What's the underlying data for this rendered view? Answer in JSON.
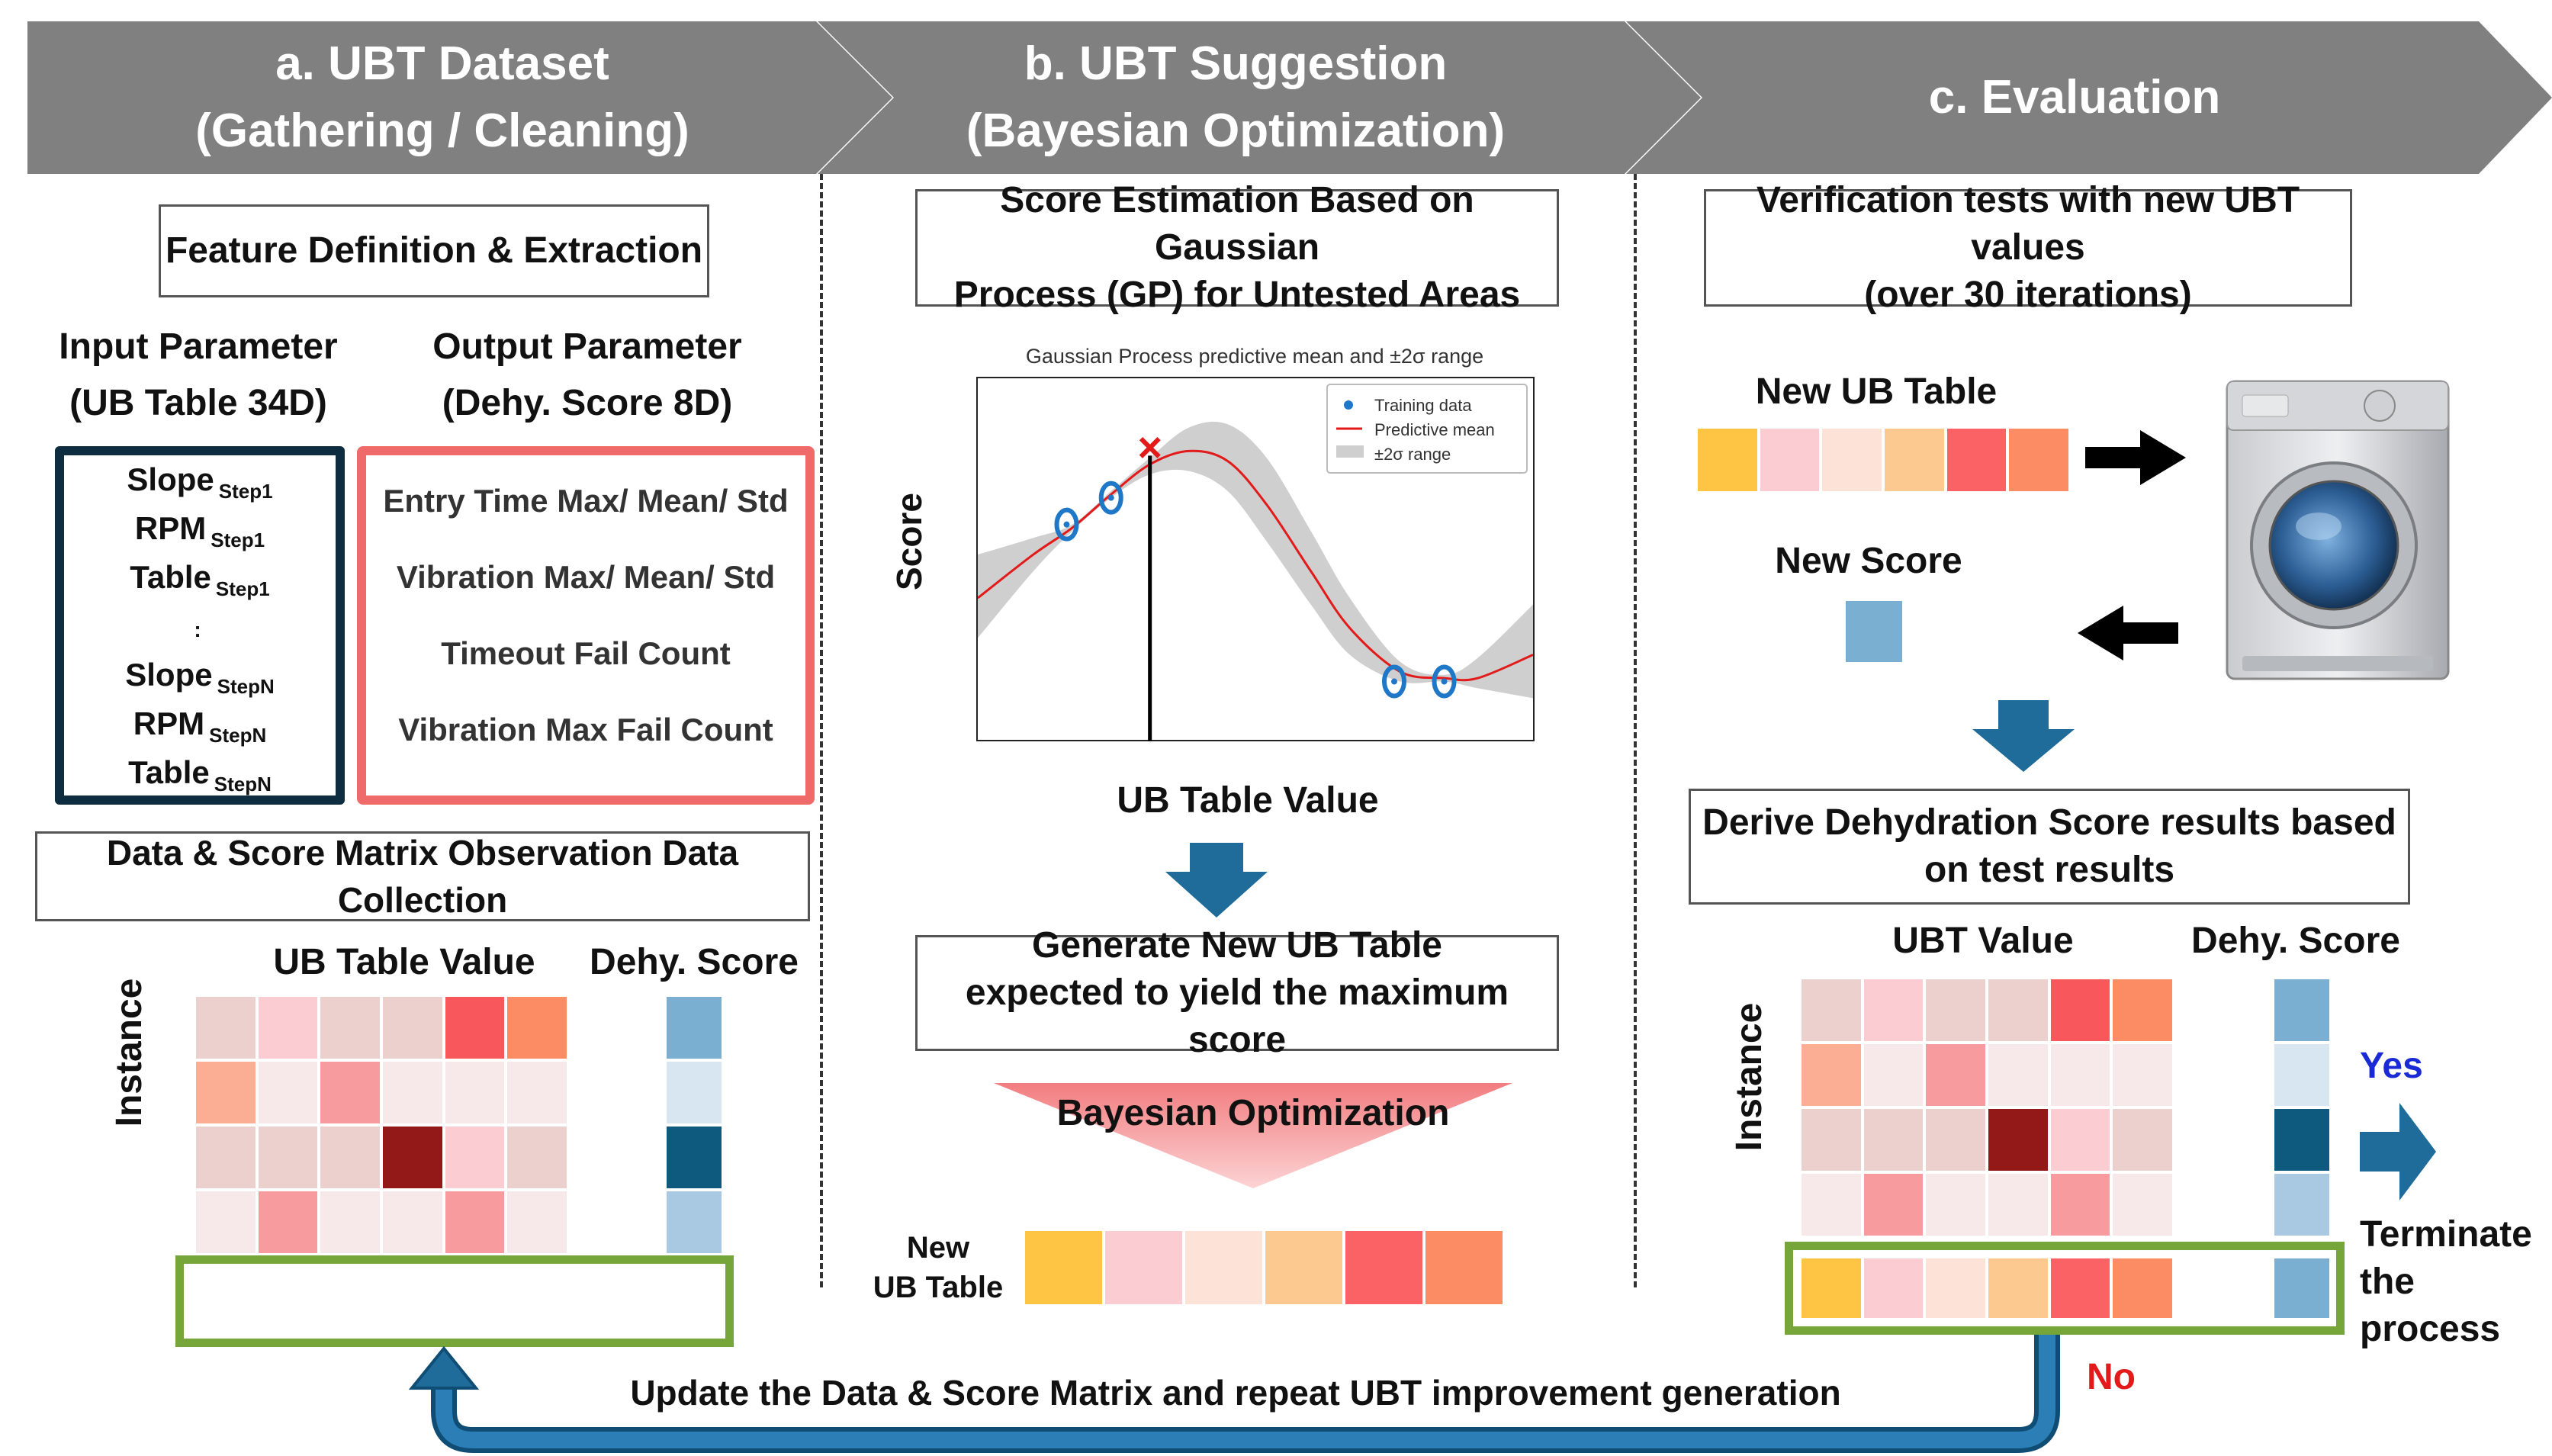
{
  "header": {
    "a_line1": "a. UBT Dataset",
    "a_line2": "(Gathering / Cleaning)",
    "b_line1": "b. UBT Suggestion",
    "b_line2": "(Bayesian Optimization)",
    "c_line1": "c. Evaluation"
  },
  "colors": {
    "header_bg": "#808080",
    "input_border": "#0f2d40",
    "output_border": "#f06a6a",
    "green_border": "#76a53a",
    "blue_arrow": "#1f6b99",
    "red_x": "#e21a1a",
    "no_text": "#e21a1a",
    "yes_text": "#1a2bd6"
  },
  "section_a": {
    "feature_box": "Feature Definition & Extraction",
    "input_title_1": "Input Parameter",
    "input_title_2": "(UB Table 34D)",
    "output_title_1": "Output Parameter",
    "output_title_2": "(Dehy. Score 8D)",
    "input_rows": [
      {
        "main": "Slope",
        "sub": "Step1"
      },
      {
        "main": "RPM",
        "sub": "Step1"
      },
      {
        "main": "Table",
        "sub": "Step1"
      },
      {
        "main": ":",
        "sub": ""
      },
      {
        "main": "Slope",
        "sub": "StepN"
      },
      {
        "main": "RPM",
        "sub": "StepN"
      },
      {
        "main": "Table",
        "sub": "StepN"
      }
    ],
    "output_rows": [
      "Entry Time Max/ Mean/ Std",
      "Vibration Max/ Mean/ Std",
      "Timeout Fail Count",
      "Vibration Max Fail Count"
    ],
    "matrix_box": "Data & Score Matrix Observation Data Collection",
    "ub_table_value": "UB Table Value",
    "dehy_score": "Dehy. Score",
    "instance": "Instance"
  },
  "section_b": {
    "gp_box_1": "Score Estimation Based on Gaussian",
    "gp_box_2": "Process (GP) for Untested Areas",
    "chart_title": "Gaussian Process predictive mean and ±2σ range",
    "legend": [
      "Training data",
      "Predictive mean",
      "±2σ range"
    ],
    "ylabel": "Score",
    "xlabel": "UB Table Value",
    "gen_box_1": "Generate New UB Table",
    "gen_box_2": "expected to yield the maximum score",
    "bo_label": "Bayesian Optimization",
    "new_label_1": "New",
    "new_label_2": "UB Table"
  },
  "section_c": {
    "verify_1": "Verification tests with new UBT values",
    "verify_2": "(over 30 iterations)",
    "new_ub_table": "New UB Table",
    "new_score": "New Score",
    "derive_1": "Derive Dehydration Score results based",
    "derive_2": "on test results",
    "ubt_value": "UBT Value",
    "dehy_score": "Dehy. Score",
    "instance": "Instance",
    "yes": "Yes",
    "no": "No",
    "terminate_1": "Terminate",
    "terminate_2": "the process"
  },
  "footer": {
    "update": "Update the Data & Score Matrix and repeat UBT improvement generation"
  },
  "chart_data": {
    "type": "line",
    "title": "Gaussian Process predictive mean and ±2σ range",
    "xlabel": "UB Table Value",
    "ylabel": "Score",
    "legend": [
      "Training data",
      "Predictive mean",
      "±2σ range"
    ],
    "legend_position": "top-right",
    "series": [
      {
        "name": "Predictive mean",
        "x": [
          0.0,
          0.1,
          0.17,
          0.24,
          0.31,
          0.38,
          0.45,
          0.52,
          0.6,
          0.67,
          0.76,
          0.84,
          0.9,
          1.0
        ],
        "y": [
          0.42,
          0.55,
          0.63,
          0.73,
          0.82,
          0.86,
          0.83,
          0.7,
          0.5,
          0.33,
          0.2,
          0.18,
          0.18,
          0.25
        ]
      },
      {
        "name": "Training data",
        "x": [
          0.16,
          0.24,
          0.75,
          0.84
        ],
        "y": [
          0.64,
          0.72,
          0.17,
          0.17
        ]
      }
    ],
    "band": {
      "x": [
        0.0,
        0.1,
        0.17,
        0.24,
        0.31,
        0.38,
        0.45,
        0.52,
        0.6,
        0.67,
        0.76,
        0.84,
        0.9,
        1.0
      ],
      "lower": [
        0.3,
        0.5,
        0.62,
        0.72,
        0.79,
        0.8,
        0.74,
        0.59,
        0.4,
        0.25,
        0.17,
        0.17,
        0.15,
        0.12
      ],
      "upper": [
        0.55,
        0.6,
        0.64,
        0.74,
        0.84,
        0.93,
        0.94,
        0.84,
        0.62,
        0.42,
        0.23,
        0.19,
        0.24,
        0.4
      ]
    },
    "maximum_marker_x": 0.31,
    "grid": false
  },
  "heatmaps": {
    "a_matrix": [
      [
        "#ecd0ce",
        "#fbcdd2",
        "#ecd0ce",
        "#ecd0ce",
        "#f8585b",
        "#fb8c64"
      ],
      [
        "#fcae94",
        "#f7e8e9",
        "#f79b9f",
        "#f7e8e9",
        "#f7e8e9",
        "#f7e8e9"
      ],
      [
        "#ecd0ce",
        "#ecd0ce",
        "#ecd0ce",
        "#921917",
        "#fbcdd2",
        "#ecd0ce"
      ],
      [
        "#f7e8e9",
        "#f79b9f",
        "#f7e8e9",
        "#f7e8e9",
        "#f79b9f",
        "#f7e8e9"
      ]
    ],
    "a_scores": [
      "#7bafd2",
      "#d7e6f1",
      "#0d5a7e",
      "#a9c9e2"
    ],
    "new_ub_row": [
      "#fec444",
      "#fbcdd2",
      "#fde2d7",
      "#fcc991",
      "#fa6266",
      "#fb8c64"
    ],
    "new_score": "#7bafd2",
    "c_matrix": [
      [
        "#ecd0ce",
        "#fbcdd2",
        "#ecd0ce",
        "#ecd0ce",
        "#f8585b",
        "#fb8c64"
      ],
      [
        "#fcae94",
        "#f7e8e9",
        "#f79b9f",
        "#f7e8e9",
        "#f7e8e9",
        "#f7e8e9"
      ],
      [
        "#ecd0ce",
        "#ecd0ce",
        "#ecd0ce",
        "#921917",
        "#fbcdd2",
        "#ecd0ce"
      ],
      [
        "#f7e8e9",
        "#f79b9f",
        "#f7e8e9",
        "#f7e8e9",
        "#f79b9f",
        "#f7e8e9"
      ]
    ],
    "c_scores": [
      "#7bafd2",
      "#d7e6f1",
      "#0d5a7e",
      "#a9c9e2"
    ],
    "c_new_row": [
      "#fec444",
      "#fbcdd2",
      "#fde2d7",
      "#fcc991",
      "#fa6266",
      "#fb8c64"
    ],
    "c_new_score": "#7bafd2"
  },
  "icons": {
    "washing_machine": "washing-machine-icon",
    "arrow_right": "arrow-right-icon",
    "arrow_left": "arrow-left-icon",
    "arrow_down": "arrow-down-icon"
  }
}
